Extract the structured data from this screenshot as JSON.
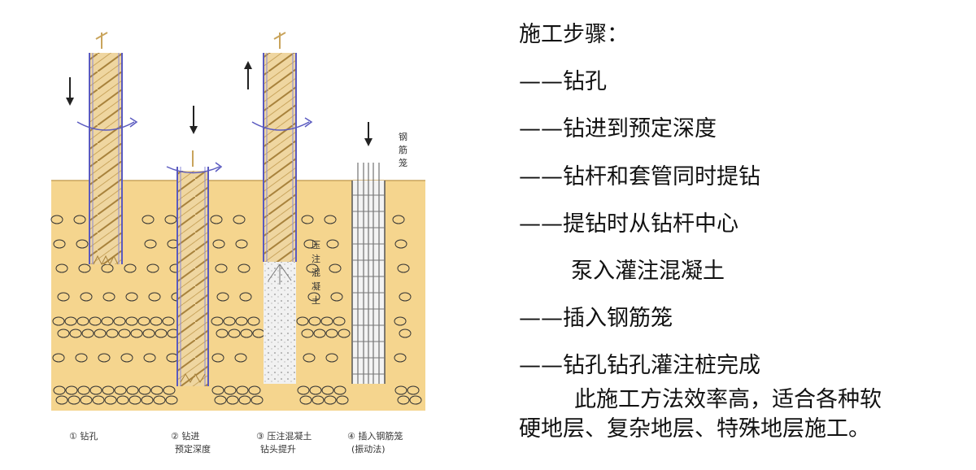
{
  "diagram": {
    "captions": [
      {
        "num": "①",
        "lines": [
          "钻孔"
        ]
      },
      {
        "num": "②",
        "lines": [
          "钻进",
          "预定深度"
        ]
      },
      {
        "num": "③",
        "lines": [
          "压注混凝土",
          "钻头提升"
        ]
      },
      {
        "num": "④",
        "lines": [
          "插入钢筋笼",
          "(振动法)"
        ]
      }
    ],
    "label_concrete": [
      "压",
      "注",
      "混",
      "凝",
      "土"
    ],
    "label_cage": [
      "钢",
      "筋",
      "笼"
    ],
    "colors": {
      "soil": "#f5d58e",
      "casing": "#5a5ac0",
      "auger": "#e9c98a",
      "concrete": "#eeeeee",
      "stones": "#333333"
    }
  },
  "steps": {
    "heading": "施工步骤：",
    "items": [
      "——钻孔",
      "——钻进到预定深度",
      "——钻杆和套管同时提钻",
      "——提钻时从钻杆中心",
      "泵入灌注混凝土",
      "——插入钢筋笼",
      "——钻孔钻孔灌注桩完成"
    ],
    "paragraph": {
      "line1": "此施工方法效率高，适合各种软",
      "line2": "硬地层、复杂地层、特殊地层施工。"
    }
  }
}
